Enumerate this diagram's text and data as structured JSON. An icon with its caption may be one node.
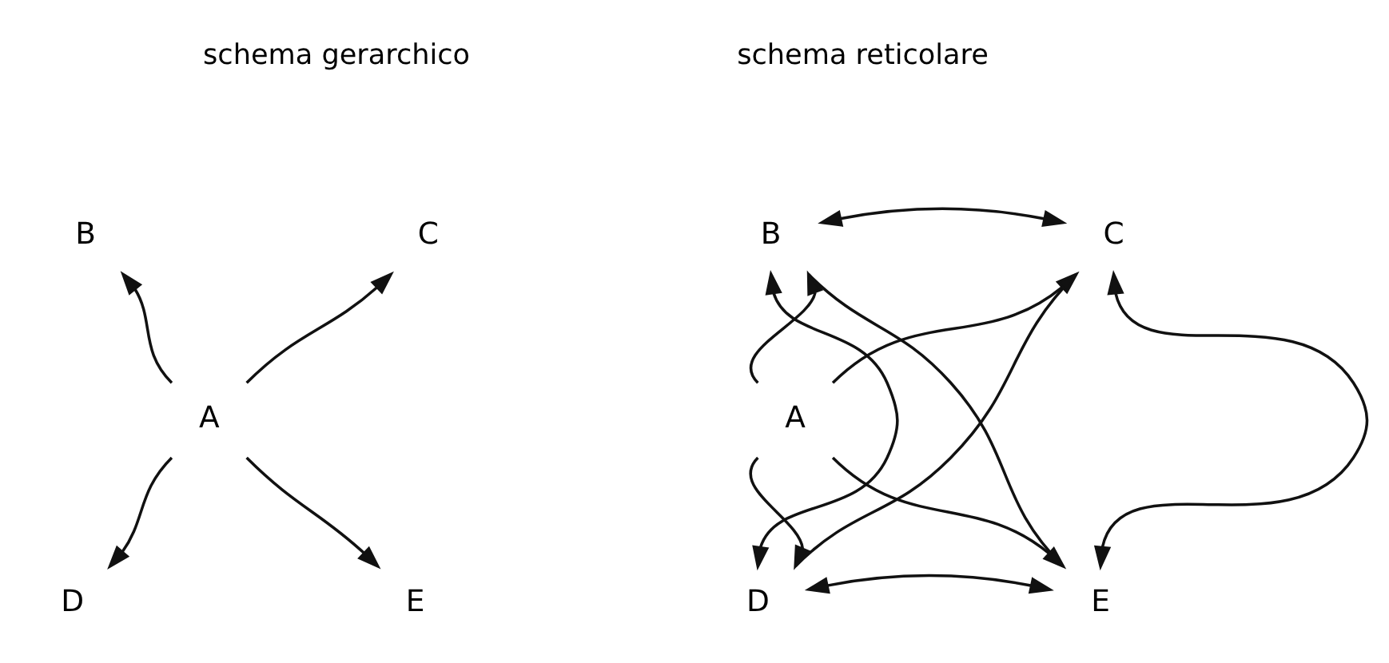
{
  "diagram": {
    "nodes": [
      {
        "text": [
          "B"
        ]
      },
      {
        "text": [
          "C"
        ]
      },
      {
        "text": [
          "A"
        ]
      },
      {
        "text": [
          "D"
        ]
      },
      {
        "text": [
          "E"
        ]
      },
      {
        "text": [
          "B"
        ]
      },
      {
        "text": [
          "C"
        ]
      },
      {
        "text": [
          "A"
        ]
      },
      {
        "text": [
          "D"
        ]
      },
      {
        "text": [
          "E"
        ]
      }
    ],
    "edges": [
      {
        "from": 2,
        "to": 0,
        "arrow": "to"
      },
      {
        "from": 2,
        "to": 1,
        "arrow": "to"
      },
      {
        "from": 2,
        "to": 3,
        "arrow": "to"
      },
      {
        "from": 2,
        "to": 4,
        "arrow": "to"
      },
      {
        "from": 5,
        "to": 6,
        "arrow": "both"
      },
      {
        "from": 5,
        "to": 8,
        "arrow": "both"
      },
      {
        "from": 6,
        "to": 9,
        "arrow": "both"
      },
      {
        "from": 8,
        "to": 9,
        "arrow": "both"
      },
      {
        "from": 7,
        "to": 5,
        "arrow": "to"
      },
      {
        "from": 7,
        "to": 6,
        "arrow": "to"
      },
      {
        "from": 7,
        "to": 8,
        "arrow": "to"
      },
      {
        "from": 7,
        "to": 9,
        "arrow": "to"
      },
      {
        "from": 5,
        "to": 9,
        "arrow": "none"
      },
      {
        "from": 6,
        "to": 8,
        "arrow": "none"
      }
    ],
    "labels": [
      "schema gerarchico",
      "schema reticolare"
    ]
  }
}
